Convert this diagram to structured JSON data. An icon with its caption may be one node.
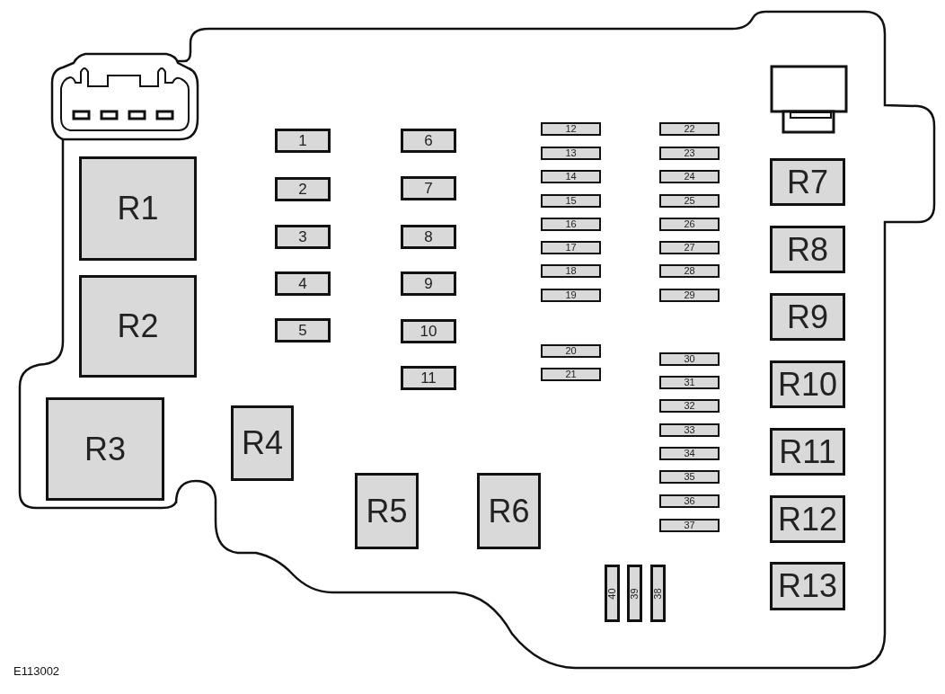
{
  "diagram": {
    "nodes": [
      {
        "text": [
          "1"
        ]
      },
      {
        "text": [
          "2"
        ]
      },
      {
        "text": [
          "3"
        ]
      },
      {
        "text": [
          "4"
        ]
      },
      {
        "text": [
          "5"
        ]
      },
      {
        "text": [
          "6"
        ]
      },
      {
        "text": [
          "7"
        ]
      },
      {
        "text": [
          "8"
        ]
      },
      {
        "text": [
          "9"
        ]
      },
      {
        "text": [
          "10"
        ]
      },
      {
        "text": [
          "11"
        ]
      },
      {
        "text": [
          "12"
        ]
      },
      {
        "text": [
          "13"
        ]
      },
      {
        "text": [
          "14"
        ]
      },
      {
        "text": [
          "15"
        ]
      },
      {
        "text": [
          "16"
        ]
      },
      {
        "text": [
          "17"
        ]
      },
      {
        "text": [
          "18"
        ]
      },
      {
        "text": [
          "19"
        ]
      },
      {
        "text": [
          "20"
        ]
      },
      {
        "text": [
          "21"
        ]
      },
      {
        "text": [
          "22"
        ]
      },
      {
        "text": [
          "23"
        ]
      },
      {
        "text": [
          "24"
        ]
      },
      {
        "text": [
          "25"
        ]
      },
      {
        "text": [
          "26"
        ]
      },
      {
        "text": [
          "27"
        ]
      },
      {
        "text": [
          "28"
        ]
      },
      {
        "text": [
          "29"
        ]
      },
      {
        "text": [
          "30"
        ]
      },
      {
        "text": [
          "31"
        ]
      },
      {
        "text": [
          "32"
        ]
      },
      {
        "text": [
          "33"
        ]
      },
      {
        "text": [
          "34"
        ]
      },
      {
        "text": [
          "35"
        ]
      },
      {
        "text": [
          "36"
        ]
      },
      {
        "text": [
          "37"
        ]
      },
      {
        "text": [
          "38"
        ]
      },
      {
        "text": [
          "39"
        ]
      },
      {
        "text": [
          "40"
        ]
      },
      {
        "text": [
          "R1"
        ]
      },
      {
        "text": [
          "R2"
        ]
      },
      {
        "text": [
          "R3"
        ]
      },
      {
        "text": [
          "R4"
        ]
      },
      {
        "text": [
          "R5"
        ]
      },
      {
        "text": [
          "R6"
        ]
      },
      {
        "text": [
          "R7"
        ]
      },
      {
        "text": [
          "R8"
        ]
      },
      {
        "text": [
          "R9"
        ]
      },
      {
        "text": [
          "R10"
        ]
      },
      {
        "text": [
          "R11"
        ]
      },
      {
        "text": [
          "R12"
        ]
      },
      {
        "text": [
          "R13"
        ]
      }
    ],
    "labels": [
      "E113002"
    ]
  }
}
